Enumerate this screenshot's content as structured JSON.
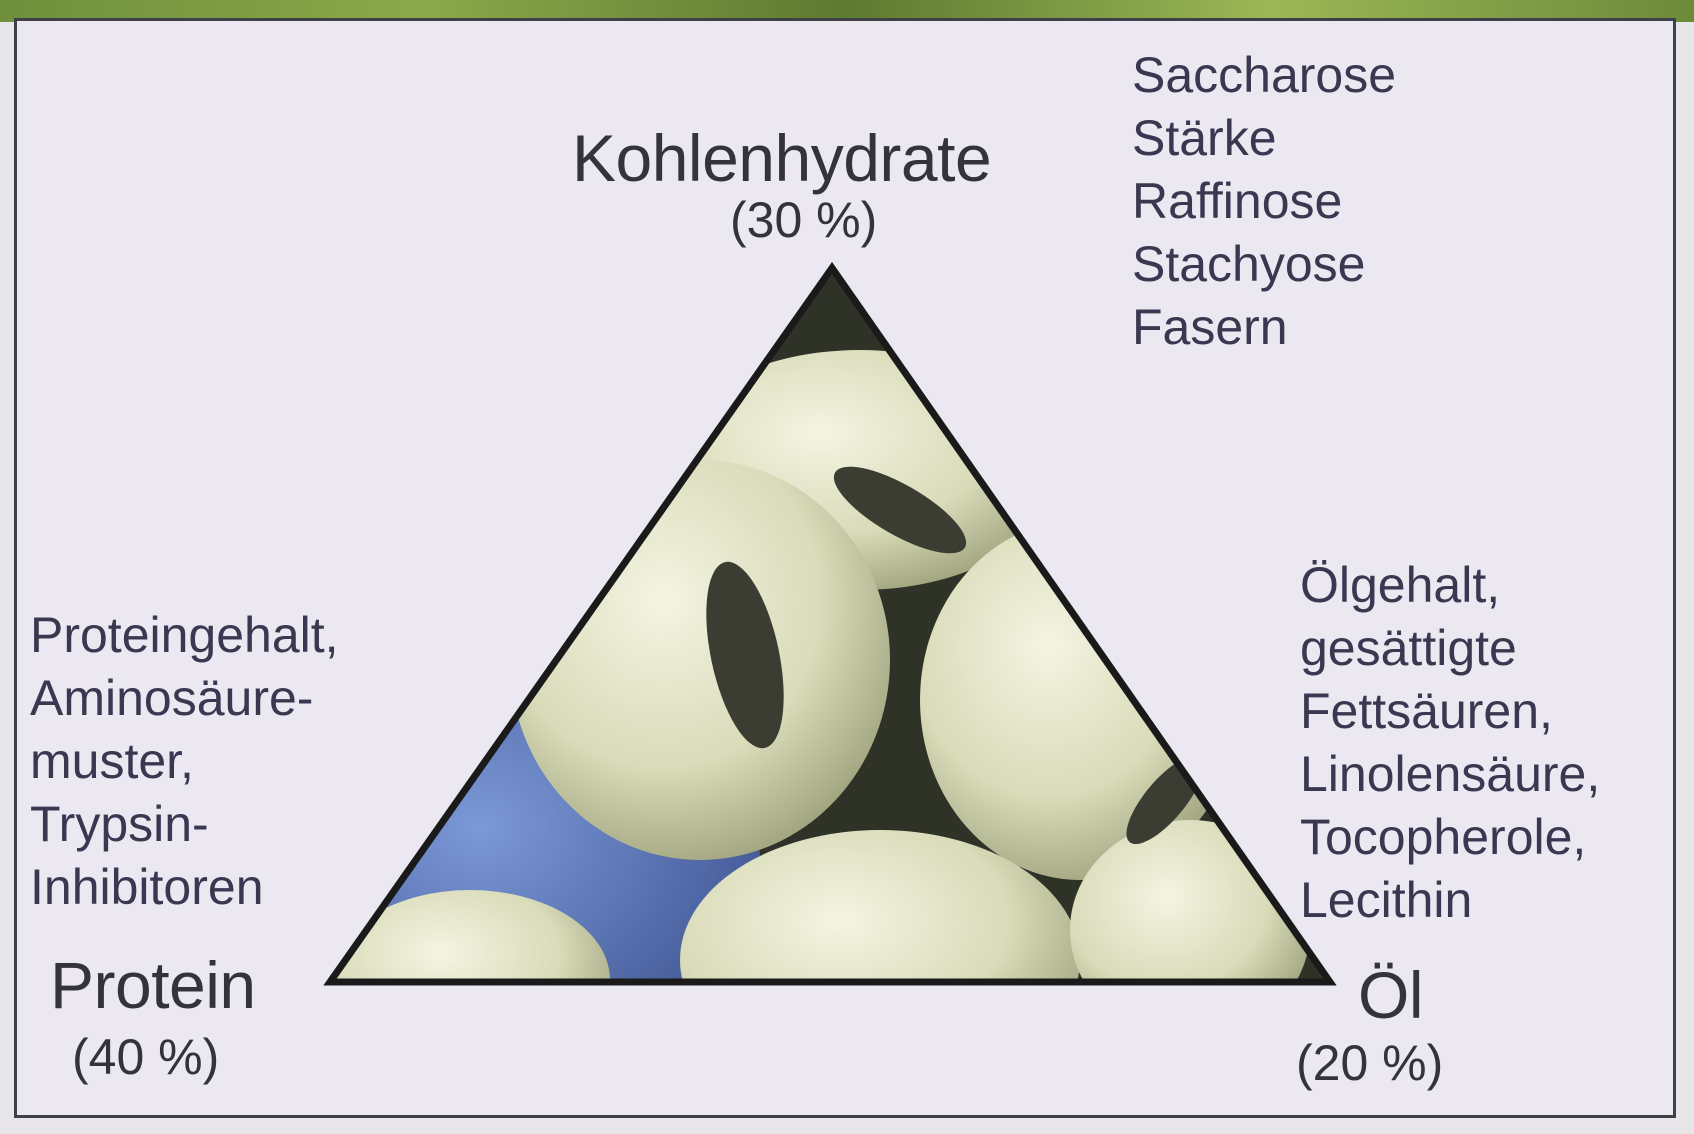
{
  "vertices": {
    "top": {
      "name": "Kohlenhydrate",
      "percent": "(30 %)"
    },
    "left": {
      "name": "Protein",
      "percent": "(40 %)"
    },
    "right": {
      "name": "Öl",
      "percent": "(20 %)"
    }
  },
  "carbohydrate_list": [
    "Saccharose",
    "Stärke",
    "Raffinose",
    "Stachyose",
    "Fasern"
  ],
  "protein_list": [
    "Proteingehalt,",
    "Aminosäure-",
    "muster,",
    "Trypsin-",
    "Inhibitoren"
  ],
  "oil_list": [
    "Ölgehalt,",
    "gesättigte",
    "Fettsäuren,",
    "Linolensäure,",
    "Tocopherole,",
    "Lecithin"
  ],
  "colors": {
    "background": "#ece8f2",
    "text": "#34323a",
    "triangle_border": "#1a1a1a",
    "bean": "#dfe0c2",
    "blue_accent": "#5873b8"
  }
}
